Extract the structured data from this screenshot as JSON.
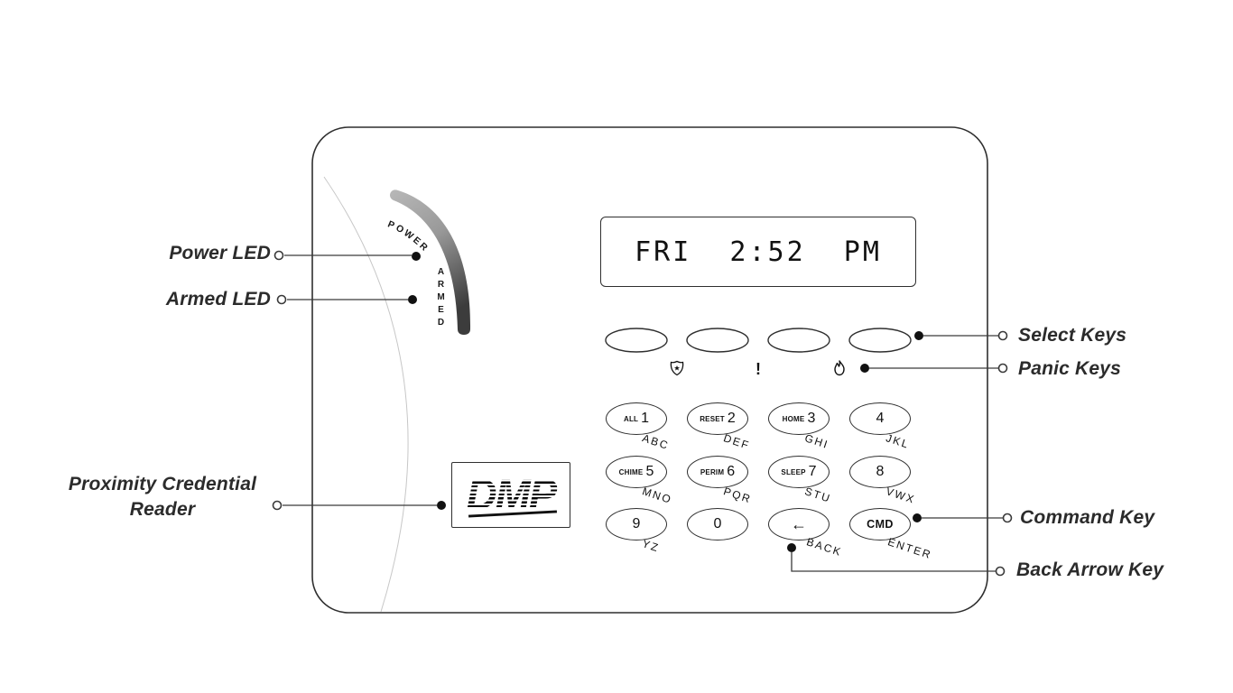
{
  "panel": {
    "power_text": "POWER",
    "armed_text": "ARMED",
    "display_text": "FRI  2:52  PM",
    "logo_text": "DMP",
    "panic_exclamation": "!"
  },
  "icons": {
    "police": "police-badge-icon",
    "emergency": "emergency-exclamation-icon",
    "fire": "fire-icon"
  },
  "labels": {
    "power_led": "Power LED",
    "armed_led": "Armed LED",
    "proximity_line1": "Proximity Credential",
    "proximity_line2": "Reader",
    "select_keys": "Select Keys",
    "panic_keys": "Panic Keys",
    "command_key": "Command Key",
    "back_arrow_key": "Back Arrow Key"
  },
  "select_keys": {
    "count": 4
  },
  "keys": {
    "k1": {
      "label": "ALL",
      "digit": "1",
      "letters": "ABC"
    },
    "k2": {
      "label": "RESET",
      "digit": "2",
      "letters": "DEF"
    },
    "k3": {
      "label": "HOME",
      "digit": "3",
      "letters": "GHI"
    },
    "k4": {
      "digit": "4",
      "letters": "JKL"
    },
    "k5": {
      "label": "CHIME",
      "digit": "5",
      "letters": "MNO"
    },
    "k6": {
      "label": "PERIM",
      "digit": "6",
      "letters": "PQR"
    },
    "k7": {
      "label": "SLEEP",
      "digit": "7",
      "letters": "STU"
    },
    "k8": {
      "digit": "8",
      "letters": "VWX"
    },
    "k9": {
      "digit": "9",
      "letters": "YZ"
    },
    "k0": {
      "digit": "0"
    },
    "kback": {
      "digit": "←",
      "letters": "BACK"
    },
    "kcmd": {
      "label": "CMD",
      "letters": "ENTER"
    }
  }
}
